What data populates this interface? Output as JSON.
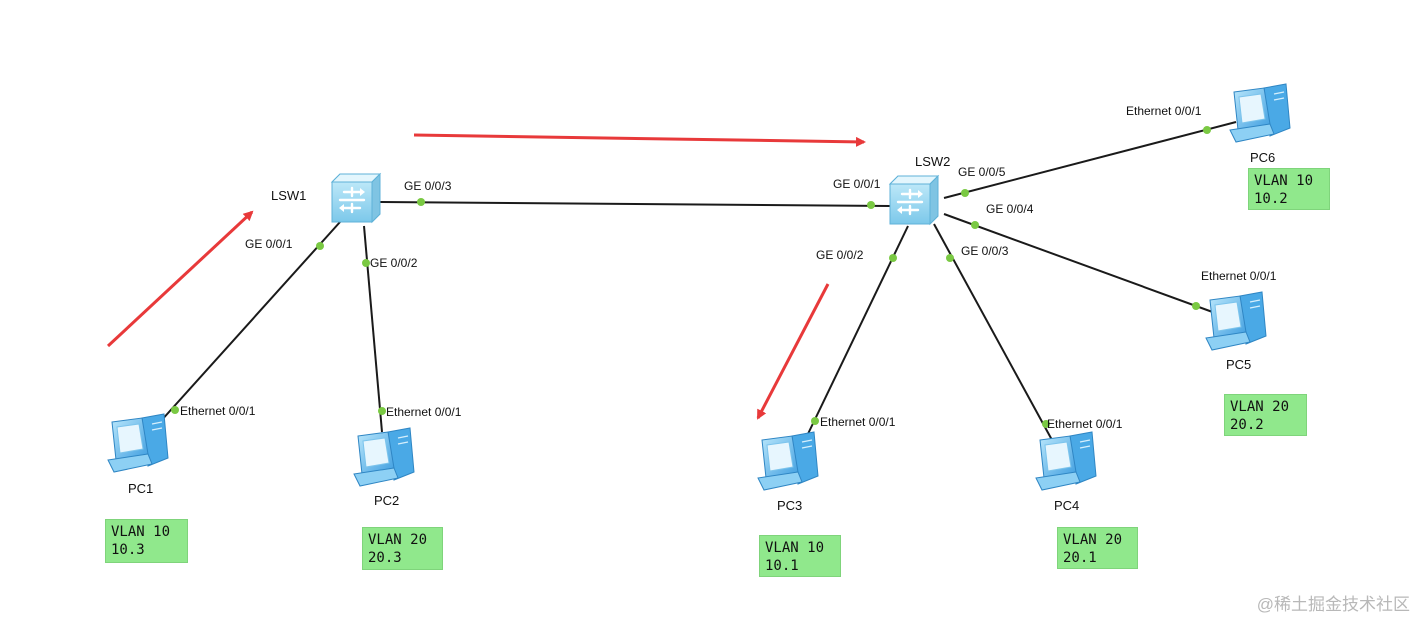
{
  "switches": {
    "lsw1": "LSW1",
    "lsw2": "LSW2"
  },
  "pcs": {
    "pc1": "PC1",
    "pc2": "PC2",
    "pc3": "PC3",
    "pc4": "PC4",
    "pc5": "PC5",
    "pc6": "PC6"
  },
  "ports": {
    "lsw1_ge001": "GE 0/0/1",
    "lsw1_ge002": "GE 0/0/2",
    "lsw1_ge003": "GE 0/0/3",
    "lsw2_ge001": "GE 0/0/1",
    "lsw2_ge002": "GE 0/0/2",
    "lsw2_ge003": "GE 0/0/3",
    "lsw2_ge004": "GE 0/0/4",
    "lsw2_ge005": "GE 0/0/5",
    "pc1_eth": "Ethernet 0/0/1",
    "pc2_eth": "Ethernet 0/0/1",
    "pc3_eth": "Ethernet 0/0/1",
    "pc4_eth": "Ethernet 0/0/1",
    "pc5_eth": "Ethernet 0/0/1",
    "pc6_eth": "Ethernet 0/0/1"
  },
  "vlan_notes": {
    "pc1": {
      "vlan": "VLAN 10",
      "addr": "10.3"
    },
    "pc2": {
      "vlan": "VLAN 20",
      "addr": "20.3"
    },
    "pc3": {
      "vlan": "VLAN 10",
      "addr": "10.1"
    },
    "pc4": {
      "vlan": "VLAN 20",
      "addr": "20.1"
    },
    "pc5": {
      "vlan": "VLAN 20",
      "addr": "20.2"
    },
    "pc6": {
      "vlan": "VLAN 10",
      "addr": "10.2"
    }
  },
  "watermark": "@稀土掘金技术社区",
  "colors": {
    "link": "#1a1a1a",
    "port_dot": "#7ac943",
    "arrow": "#e8393a",
    "switch_body": "#9fdcf2",
    "pc_body": "#6ec3f0",
    "note_bg": "#90e88c"
  }
}
